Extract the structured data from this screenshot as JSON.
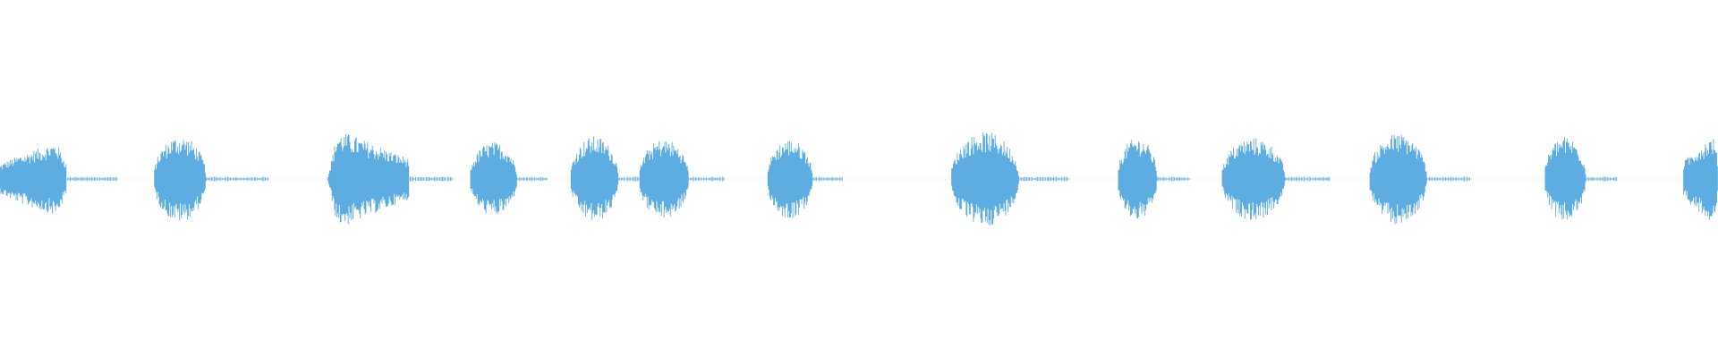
{
  "waveform": {
    "color": "#5dade2",
    "background": "#ffffff",
    "samples_per_second_hint": "",
    "segments": [
      {
        "start": 0.0,
        "end": 0.0385,
        "peak": 0.28,
        "shape": "ramp-up"
      },
      {
        "start": 0.0895,
        "end": 0.12,
        "peak": 0.3,
        "shape": "round"
      },
      {
        "start": 0.1905,
        "end": 0.238,
        "peak": 0.32,
        "shape": "ramp-down"
      },
      {
        "start": 0.2735,
        "end": 0.301,
        "peak": 0.26,
        "shape": "round"
      },
      {
        "start": 0.332,
        "end": 0.36,
        "peak": 0.3,
        "shape": "round"
      },
      {
        "start": 0.372,
        "end": 0.401,
        "peak": 0.28,
        "shape": "round"
      },
      {
        "start": 0.4465,
        "end": 0.473,
        "peak": 0.28,
        "shape": "round"
      },
      {
        "start": 0.5535,
        "end": 0.593,
        "peak": 0.33,
        "shape": "round"
      },
      {
        "start": 0.6505,
        "end": 0.6735,
        "peak": 0.29,
        "shape": "round"
      },
      {
        "start": 0.711,
        "end": 0.748,
        "peak": 0.29,
        "shape": "round"
      },
      {
        "start": 0.797,
        "end": 0.8305,
        "peak": 0.32,
        "shape": "round"
      },
      {
        "start": 0.899,
        "end": 0.923,
        "peak": 0.3,
        "shape": "round"
      },
      {
        "start": 0.98,
        "end": 1.0,
        "peak": 0.33,
        "shape": "ramp-up"
      }
    ]
  }
}
